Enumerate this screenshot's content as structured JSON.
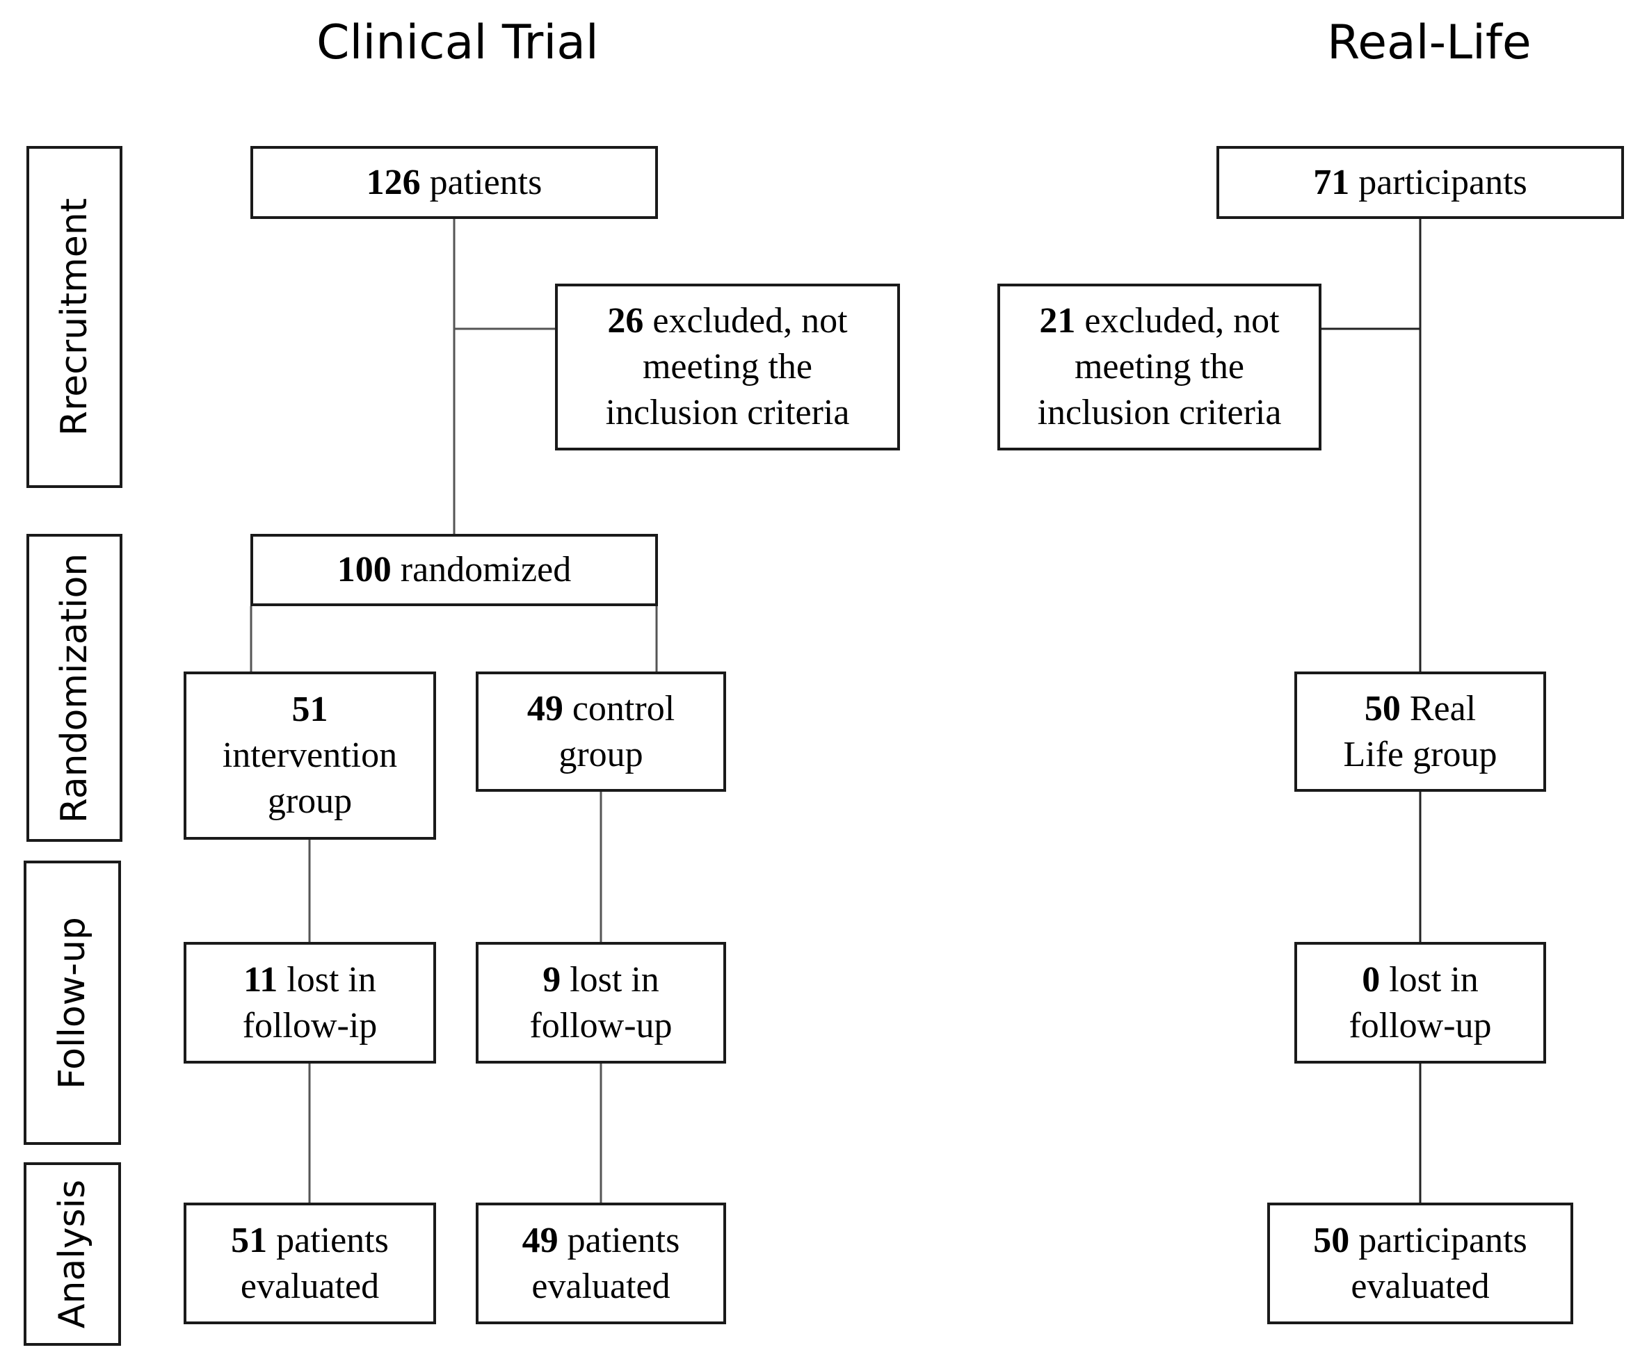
{
  "columns": {
    "clinical_trial": "Clinical Trial",
    "real_life": "Real-Life"
  },
  "stages": {
    "recruitment": "Rrecruitment",
    "randomization": "Randomization",
    "follow_up": "Follow-up",
    "analysis": "Analysis"
  },
  "clinical_trial": {
    "patients": {
      "num": "126",
      "text": " patients"
    },
    "excluded": {
      "num": "26",
      "line1": " excluded, not",
      "line2": "meeting the",
      "line3": "inclusion criteria"
    },
    "randomized": {
      "num": "100",
      "text": " randomized"
    },
    "intervention": {
      "num": "51",
      "line2": "intervention",
      "line3": "group"
    },
    "control": {
      "num": "49",
      "line1": " control",
      "line2": "group"
    },
    "lost_intervention": {
      "num": "11",
      "line1": " lost in",
      "line2": "follow-ip"
    },
    "lost_control": {
      "num": "9",
      "line1": " lost in",
      "line2": "follow-up"
    },
    "eval_intervention": {
      "num": "51",
      "line1": " patients",
      "line2": "evaluated"
    },
    "eval_control": {
      "num": "49",
      "line1": " patients",
      "line2": "evaluated"
    }
  },
  "real_life": {
    "participants": {
      "num": "71",
      "text": " participants"
    },
    "excluded": {
      "num": "21",
      "line1": " excluded, not",
      "line2": "meeting the",
      "line3": "inclusion criteria"
    },
    "group": {
      "num": "50",
      "line1": " Real",
      "line2": "Life group"
    },
    "lost": {
      "num": "0",
      "line1": " lost in",
      "line2": "follow-up"
    },
    "evaluated": {
      "num": "50",
      "line1": " participants",
      "line2": "evaluated"
    }
  }
}
